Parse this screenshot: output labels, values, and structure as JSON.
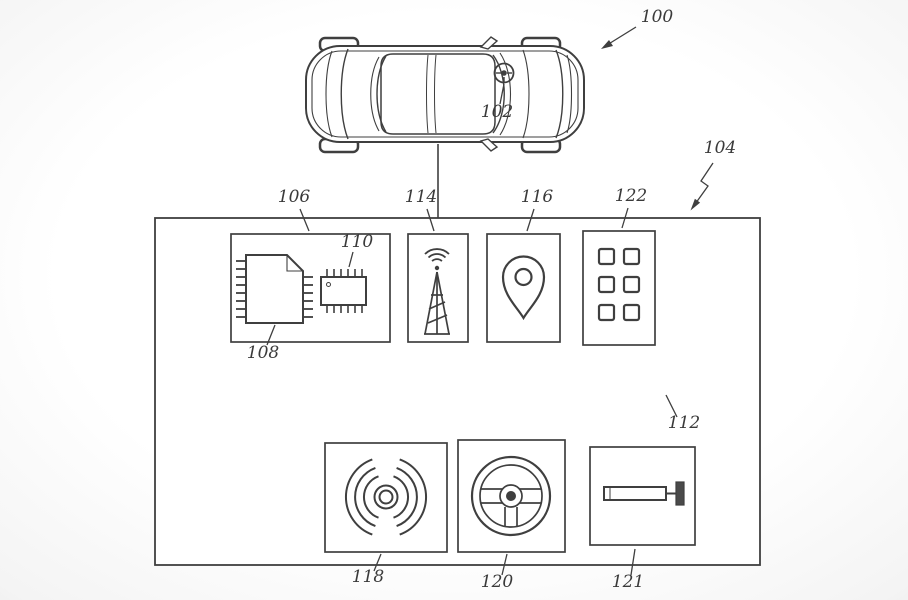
{
  "figure": {
    "type": "patent-diagram",
    "reference_labels": {
      "vehicle": "100",
      "vehicle_steering_wheel": "102",
      "control_system_enclosure": "104",
      "processor_module_box": "106",
      "processor_chip": "108",
      "memory_chip": "110",
      "communication_bus": "112",
      "antenna_module_box": "114",
      "gps_module_box": "116",
      "sensor_module_box": "118",
      "steering_module_box": "120",
      "actuator_module_box": "121",
      "keypad_module_box": "122"
    },
    "icons": {
      "vehicle": "car-top-view-icon",
      "processor": "microchip-icon",
      "memory": "memory-chip-icon",
      "antenna": "radio-tower-icon",
      "gps": "map-pin-icon",
      "keypad": "keypad-grid-icon",
      "sensor": "sonar-waves-icon",
      "steering": "steering-wheel-icon",
      "actuator": "actuator-rod-icon"
    },
    "colors": {
      "line": "#3f3f3f",
      "background_center": "#ffffff",
      "background_edge": "#c7c7c7"
    }
  }
}
